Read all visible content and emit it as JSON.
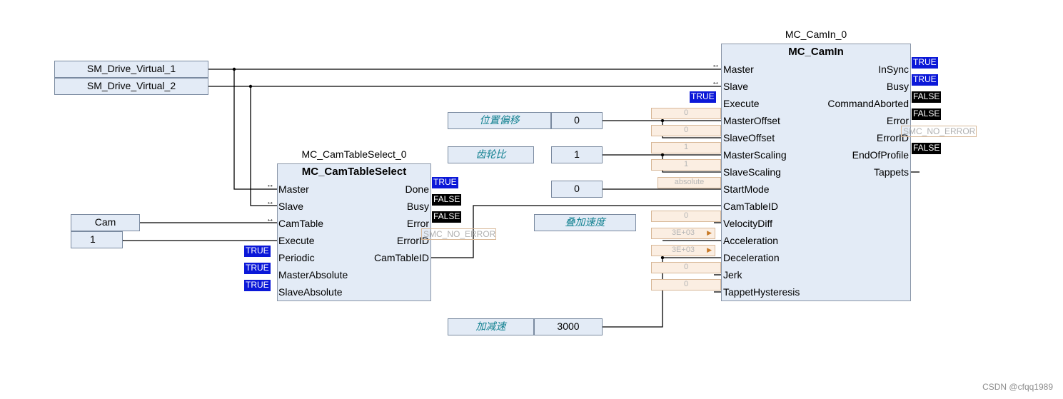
{
  "inputs": {
    "sm1": "SM_Drive_Virtual_1",
    "sm2": "SM_Drive_Virtual_2",
    "cam": "Cam",
    "one": "1"
  },
  "labels": {
    "position_offset": "位置偏移",
    "position_offset_value": "0",
    "gear_ratio": "齿轮比",
    "gear_ratio_value": "1",
    "start_mode_value": "0",
    "overlay_velocity": "叠加速度",
    "accel": "加减速",
    "accel_value": "3000"
  },
  "camtableselect": {
    "instance": "MC_CamTableSelect_0",
    "type": "MC_CamTableSelect",
    "inputs": [
      "Master",
      "Slave",
      "CamTable",
      "Execute",
      "Periodic",
      "MasterAbsolute",
      "SlaveAbsolute"
    ],
    "outputs": [
      "Done",
      "Busy",
      "Error",
      "ErrorID",
      "CamTableID"
    ],
    "periodic": "TRUE",
    "master_absolute": "TRUE",
    "slave_absolute": "TRUE",
    "done": "TRUE",
    "busy": "FALSE",
    "error": "FALSE",
    "error_id": "SMC_NO_ERROR"
  },
  "camin": {
    "instance": "MC_CamIn_0",
    "type": "MC_CamIn",
    "inputs": [
      "Master",
      "Slave",
      "Execute",
      "MasterOffset",
      "SlaveOffset",
      "MasterScaling",
      "SlaveScaling",
      "StartMode",
      "CamTableID",
      "VelocityDiff",
      "Acceleration",
      "Deceleration",
      "Jerk",
      "TappetHysteresis"
    ],
    "outputs": [
      "InSync",
      "Busy",
      "CommandAborted",
      "Error",
      "ErrorID",
      "EndOfProfile",
      "Tappets"
    ],
    "execute": "TRUE",
    "in_sync": "TRUE",
    "busy": "TRUE",
    "command_aborted": "FALSE",
    "error": "FALSE",
    "error_id": "SMC_NO_ERROR",
    "end_of_profile": "FALSE",
    "master_offset": "0",
    "slave_offset": "0",
    "master_scaling": "1",
    "slave_scaling": "1",
    "start_mode": "absolute",
    "velocity_diff": "0",
    "acceleration": "3E+03",
    "deceleration": "3E+03",
    "jerk": "0",
    "tappet_hysteresis": "0"
  },
  "watermark": "CSDN @cfqq1989"
}
